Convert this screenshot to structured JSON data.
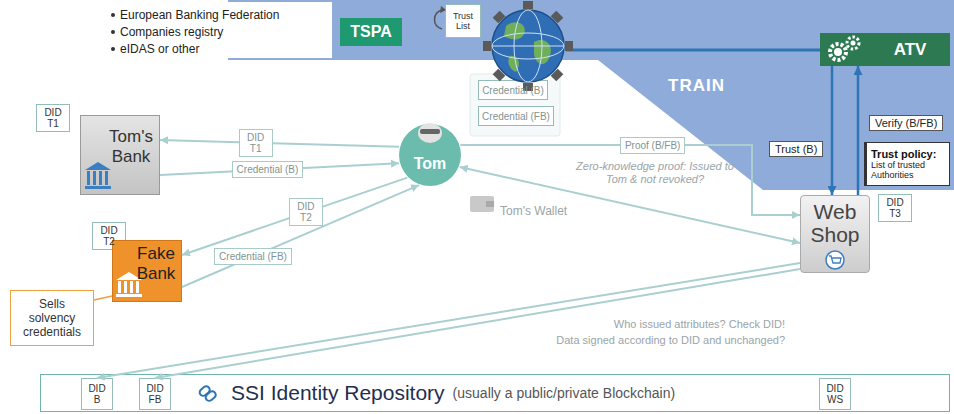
{
  "diagram": {
    "nodes": [
      {
        "text": [
          "TRAIN"
        ]
      },
      {
        "text": [
          "TSPA"
        ],
        "in": 0
      },
      {
        "text": [
          "Trust List"
        ],
        "in": 0
      },
      {
        "text": [
          "ATV"
        ],
        "in": 0
      },
      {
        "text": [
          "DID T1"
        ]
      },
      {
        "text": [
          "Tom's Bank"
        ]
      },
      {
        "text": [
          "Tom"
        ]
      },
      {
        "text": [
          "Credential (B)"
        ]
      },
      {
        "text": [
          "Credential (FB)"
        ]
      },
      {
        "text": [
          "DID T2"
        ]
      },
      {
        "text": [
          "Fake Bank"
        ]
      },
      {
        "text": [
          "Sells solvency credentials"
        ]
      },
      {
        "text": [
          "Trust policy:",
          "List of trusted Authorities"
        ]
      },
      {
        "text": [
          "DID T3"
        ]
      },
      {
        "text": [
          "Web Shop"
        ]
      },
      {
        "text": [
          "SSI Identity Repository",
          "(usually a public/private Blockchain)"
        ]
      },
      {
        "text": [
          "DID B"
        ],
        "in": 15
      },
      {
        "text": [
          "DID FB"
        ],
        "in": 15
      },
      {
        "text": [
          "DID WS"
        ],
        "in": 15
      }
    ],
    "edges": [
      {
        "from": 6,
        "to": 5,
        "label": "DID T1",
        "arrow": "to"
      },
      {
        "from": 5,
        "to": 6,
        "label": "Credential (B)",
        "arrow": "to"
      },
      {
        "from": 6,
        "to": 10,
        "label": "DID T2",
        "arrow": "to"
      },
      {
        "from": 10,
        "to": 6,
        "label": "Credential (FB)",
        "arrow": "to"
      },
      {
        "from": 6,
        "to": 14,
        "label": "Proof (B/FB)",
        "arrow": "to"
      },
      {
        "from": 6,
        "to": 14,
        "arrow": "both"
      },
      {
        "from": 14,
        "to": 3,
        "label": "Verify (B/FB)",
        "arrow": "to"
      },
      {
        "from": 3,
        "to": 14,
        "label": "Trust (B)",
        "arrow": "to"
      },
      {
        "from": 14,
        "to": 16,
        "arrow": "to"
      },
      {
        "from": 14,
        "to": 17,
        "arrow": "to"
      }
    ],
    "labels": [
      "European Banking Federation",
      "Companies registry",
      "eIDAS or other",
      "Tom's Wallet",
      "Zero-knowledge proof: Issued to Tom & not revoked?",
      "Who issued attributes? Check DID!",
      "Data signed according to DID and unchanged?"
    ]
  }
}
